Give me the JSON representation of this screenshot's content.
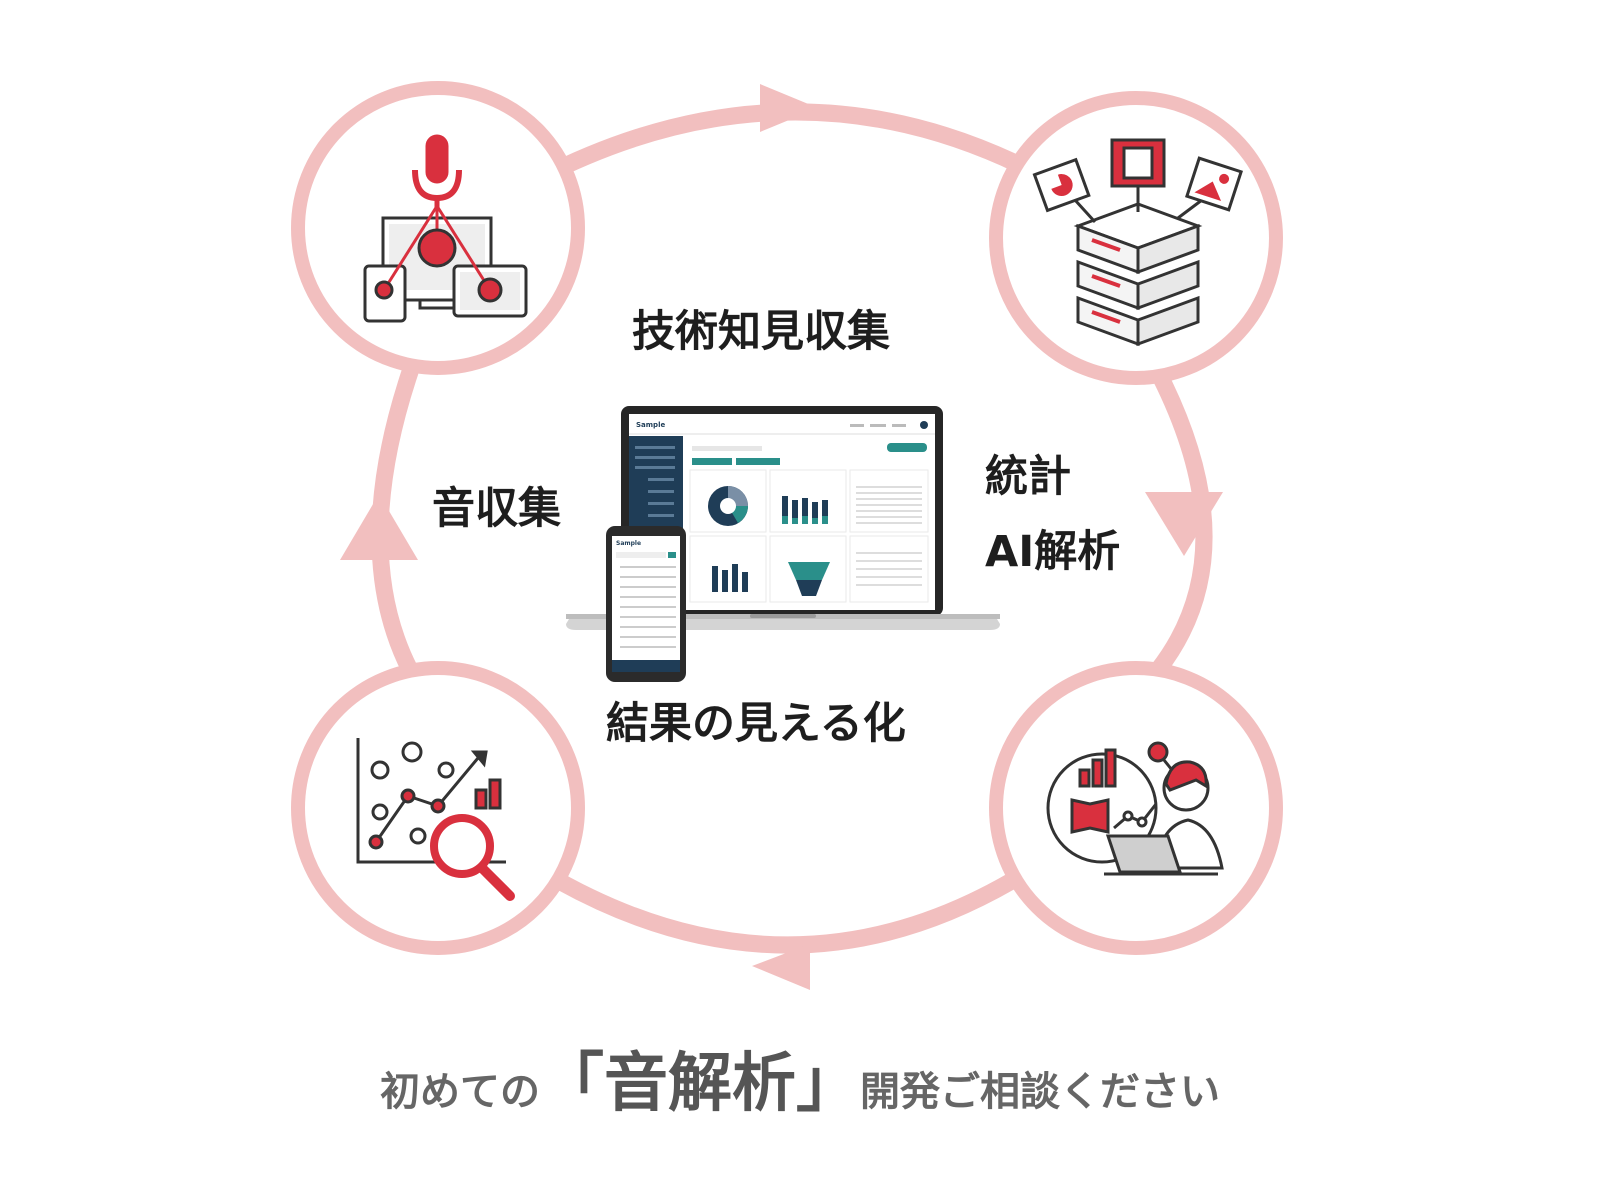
{
  "colors": {
    "ring": "#f2bfbf",
    "accent": "#d9303e",
    "dark": "#333333",
    "teal": "#2a8f8a",
    "navy": "#1f3d57",
    "tagline": "#666666"
  },
  "cycle": {
    "top_label": "技術知見収集",
    "left_label": "音収集",
    "right_label_line1": "統計",
    "right_label_line2": "AI解析",
    "bottom_label": "結果の見える化"
  },
  "nodes": [
    {
      "position": "top-left",
      "icon": "microphone-devices-icon"
    },
    {
      "position": "top-right",
      "icon": "server-documents-icon"
    },
    {
      "position": "bottom-right",
      "icon": "person-laptop-analysis-icon"
    },
    {
      "position": "bottom-left",
      "icon": "scatter-magnifier-icon"
    }
  ],
  "mockup": {
    "laptop_brand": "Sample",
    "phone_brand": "Sample"
  },
  "tagline": {
    "prefix": "初めての",
    "emphasis": "「音解析」",
    "suffix": "開発ご相談ください"
  }
}
